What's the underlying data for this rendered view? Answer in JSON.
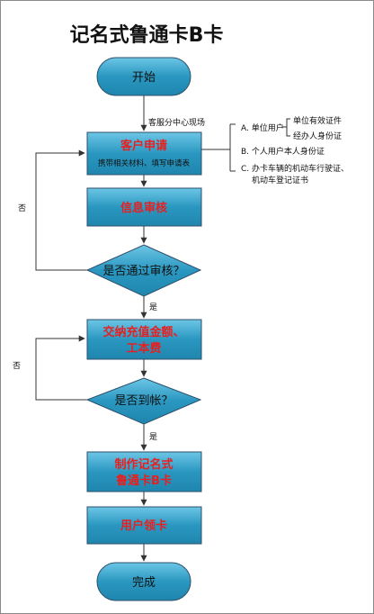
{
  "title": "记名式鲁通卡B卡",
  "nodes": {
    "start": "开始",
    "apply": "客户申请",
    "apply_sub": "携带相关材料、填写申请表",
    "review": "信息审核",
    "decision1": "是否通过审核？",
    "pay_line1": "交纳充值金额、",
    "pay_line2": "工本费",
    "decision2": "是否到帐？",
    "make_line1": "制作记名式",
    "make_line2": "鲁通卡B卡",
    "receive": "用户领卡",
    "end": "完成"
  },
  "labels": {
    "location": "客服分中心现场",
    "yes1": "是",
    "no1": "否",
    "yes2": "是",
    "no2": "否"
  },
  "requirements": {
    "a_label": "A. 单位用户",
    "a_items": [
      "单位有效证件",
      "经办人身份证"
    ],
    "b": "B. 个人用户本人身份证",
    "c_line1": "C. 办卡车辆的机动车行驶证、",
    "c_line2": "机动车登记证书"
  },
  "colors": {
    "box_fill": "#2a97c0",
    "box_fill_light": "#65c0e0",
    "border": "#2e4f6b",
    "accent_text": "#e62020"
  }
}
